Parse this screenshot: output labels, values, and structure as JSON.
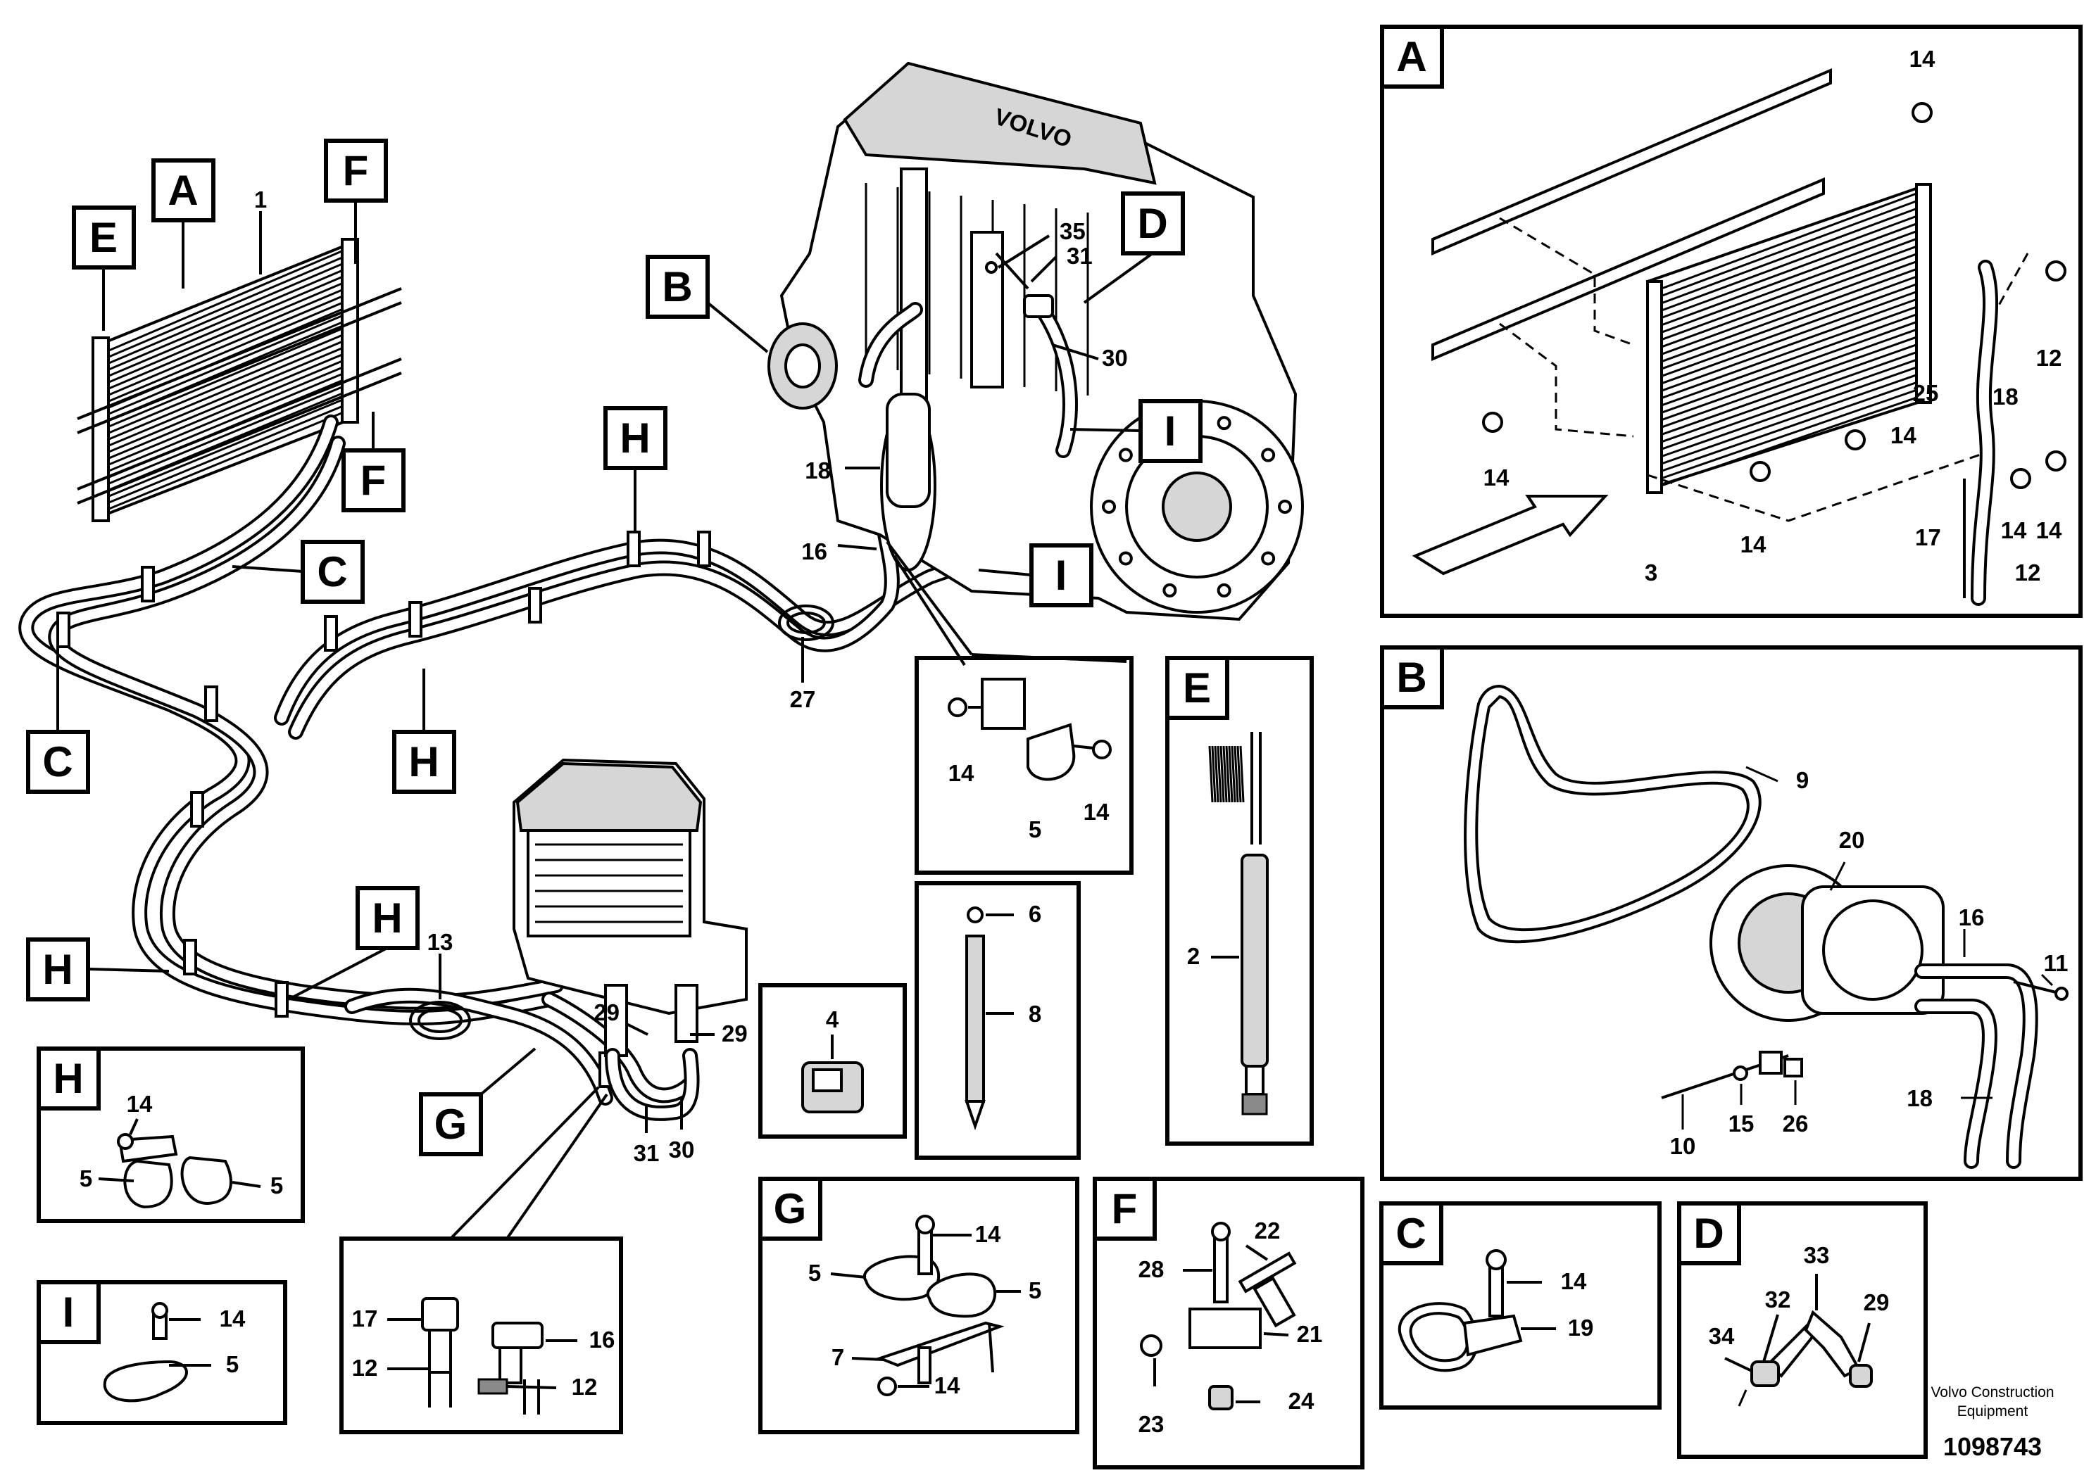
{
  "document_id": "1098743",
  "publisher": [
    "Volvo Construction",
    "Equipment"
  ],
  "engine_brand": "VOLVO",
  "callouts": [
    "1",
    "2",
    "3",
    "4",
    "5",
    "6",
    "7",
    "8",
    "9",
    "10",
    "11",
    "12",
    "13",
    "14",
    "15",
    "16",
    "17",
    "18",
    "19",
    "20",
    "21",
    "22",
    "23",
    "24",
    "25",
    "26",
    "27",
    "28",
    "29",
    "30",
    "31",
    "32",
    "33",
    "34",
    "35"
  ],
  "view_tags": [
    "A",
    "B",
    "C",
    "D",
    "E",
    "F",
    "G",
    "H",
    "I"
  ],
  "detail_panels": {
    "A": [
      "14",
      "12",
      "18",
      "25",
      "14",
      "14",
      "14",
      "3",
      "14",
      "17",
      "14",
      "12"
    ],
    "B": [
      "9",
      "20",
      "16",
      "11",
      "18",
      "10",
      "15",
      "26"
    ],
    "C": [
      "14",
      "19"
    ],
    "D": [
      "33",
      "32",
      "29",
      "34"
    ],
    "E": [
      "2"
    ],
    "F": [
      "22",
      "28",
      "21",
      "23",
      "24"
    ],
    "G": [
      "14",
      "5",
      "5",
      "7",
      "14"
    ],
    "H": [
      "14",
      "5",
      "5"
    ],
    "I": [
      "14",
      "5"
    ],
    "clamp": [
      "14",
      "14",
      "5"
    ],
    "stand": [
      "6",
      "8"
    ],
    "part4": [
      "4"
    ],
    "joint": [
      "17",
      "16",
      "12",
      "12"
    ]
  }
}
